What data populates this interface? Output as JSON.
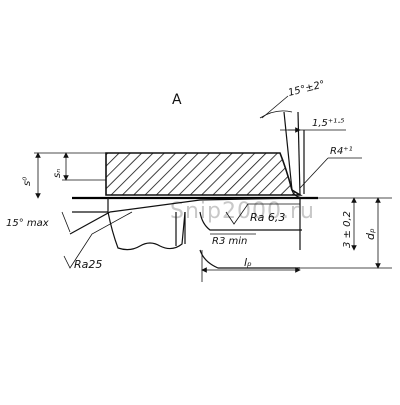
{
  "view_label": "А",
  "annotations": {
    "angle_top": "15°±2°",
    "width_small": "1,5⁺¹·⁵",
    "radius_top": "R4⁺¹",
    "angle_left": "15° max",
    "roughness_inner": "Ra 6,3",
    "roughness_left": "Ra25",
    "radius_min": "R3 min",
    "length_lp": "lₚ",
    "height_tol": "3 ± 0,2",
    "dia_dp": "dₚ",
    "dim_s_outer": "s⁰",
    "dim_s_inner": "sₙ"
  },
  "watermark": "Snip2000.ru"
}
